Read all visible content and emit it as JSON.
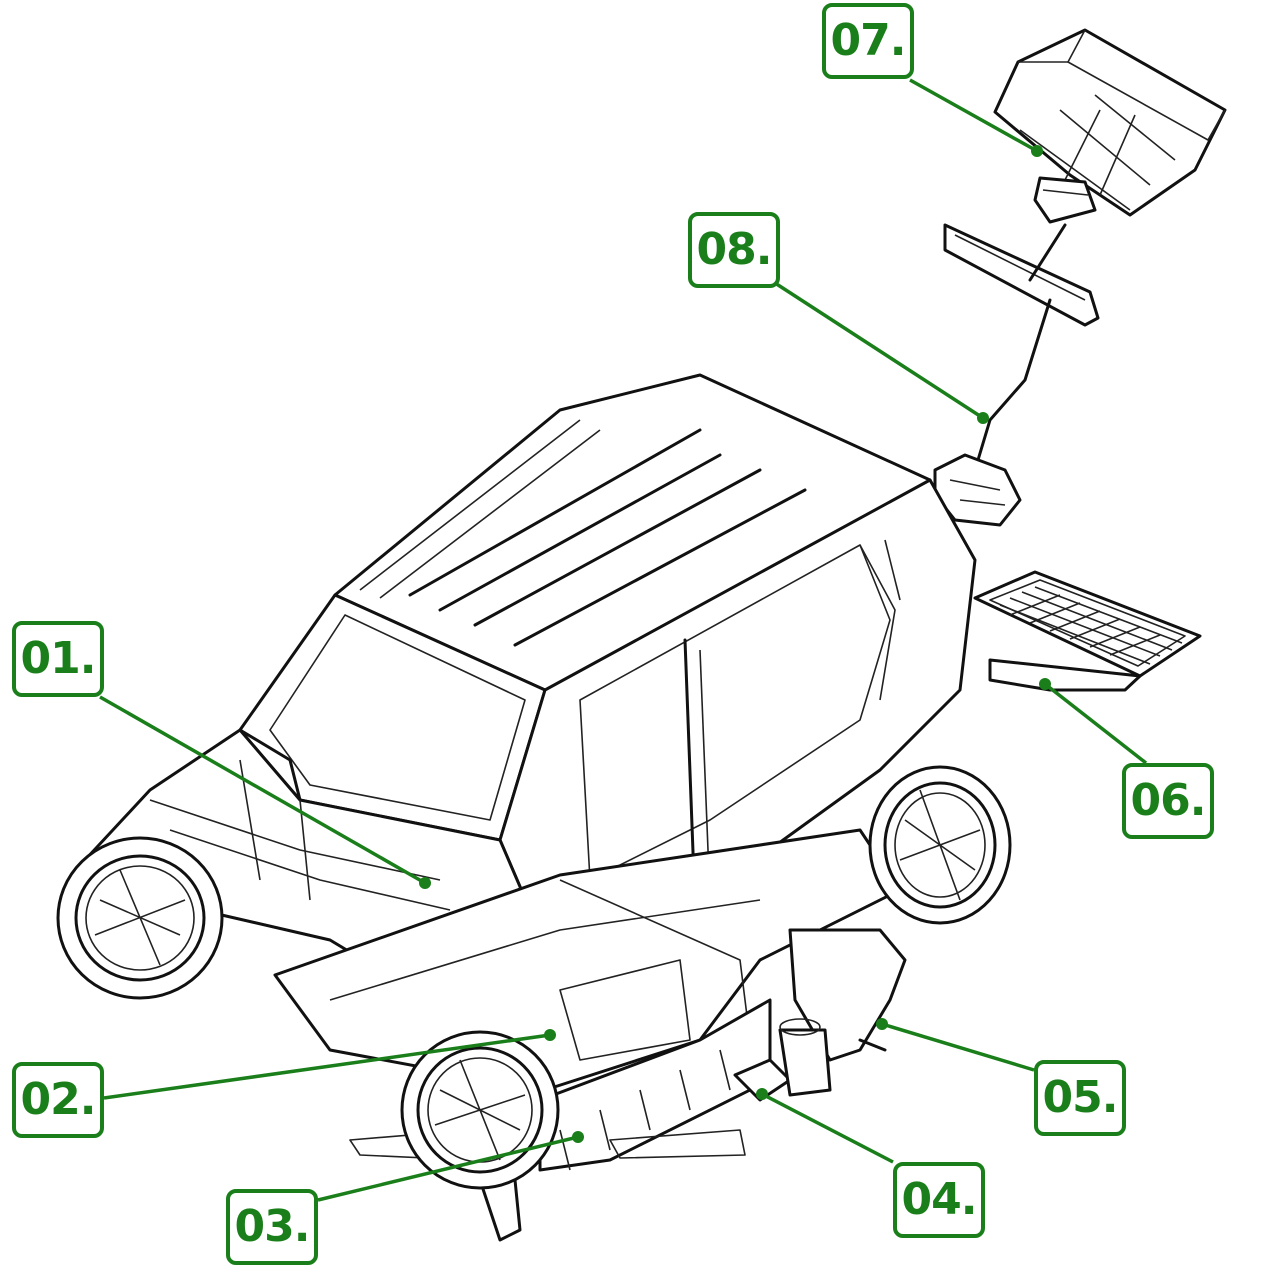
{
  "figure": {
    "accent_color": "#1a7f1a",
    "line_color": "#111111"
  },
  "callouts": [
    {
      "id": "01",
      "label": "01."
    },
    {
      "id": "02",
      "label": "02."
    },
    {
      "id": "03",
      "label": "03."
    },
    {
      "id": "04",
      "label": "04."
    },
    {
      "id": "05",
      "label": "05."
    },
    {
      "id": "06",
      "label": "06."
    },
    {
      "id": "07",
      "label": "07."
    },
    {
      "id": "08",
      "label": "08."
    }
  ]
}
